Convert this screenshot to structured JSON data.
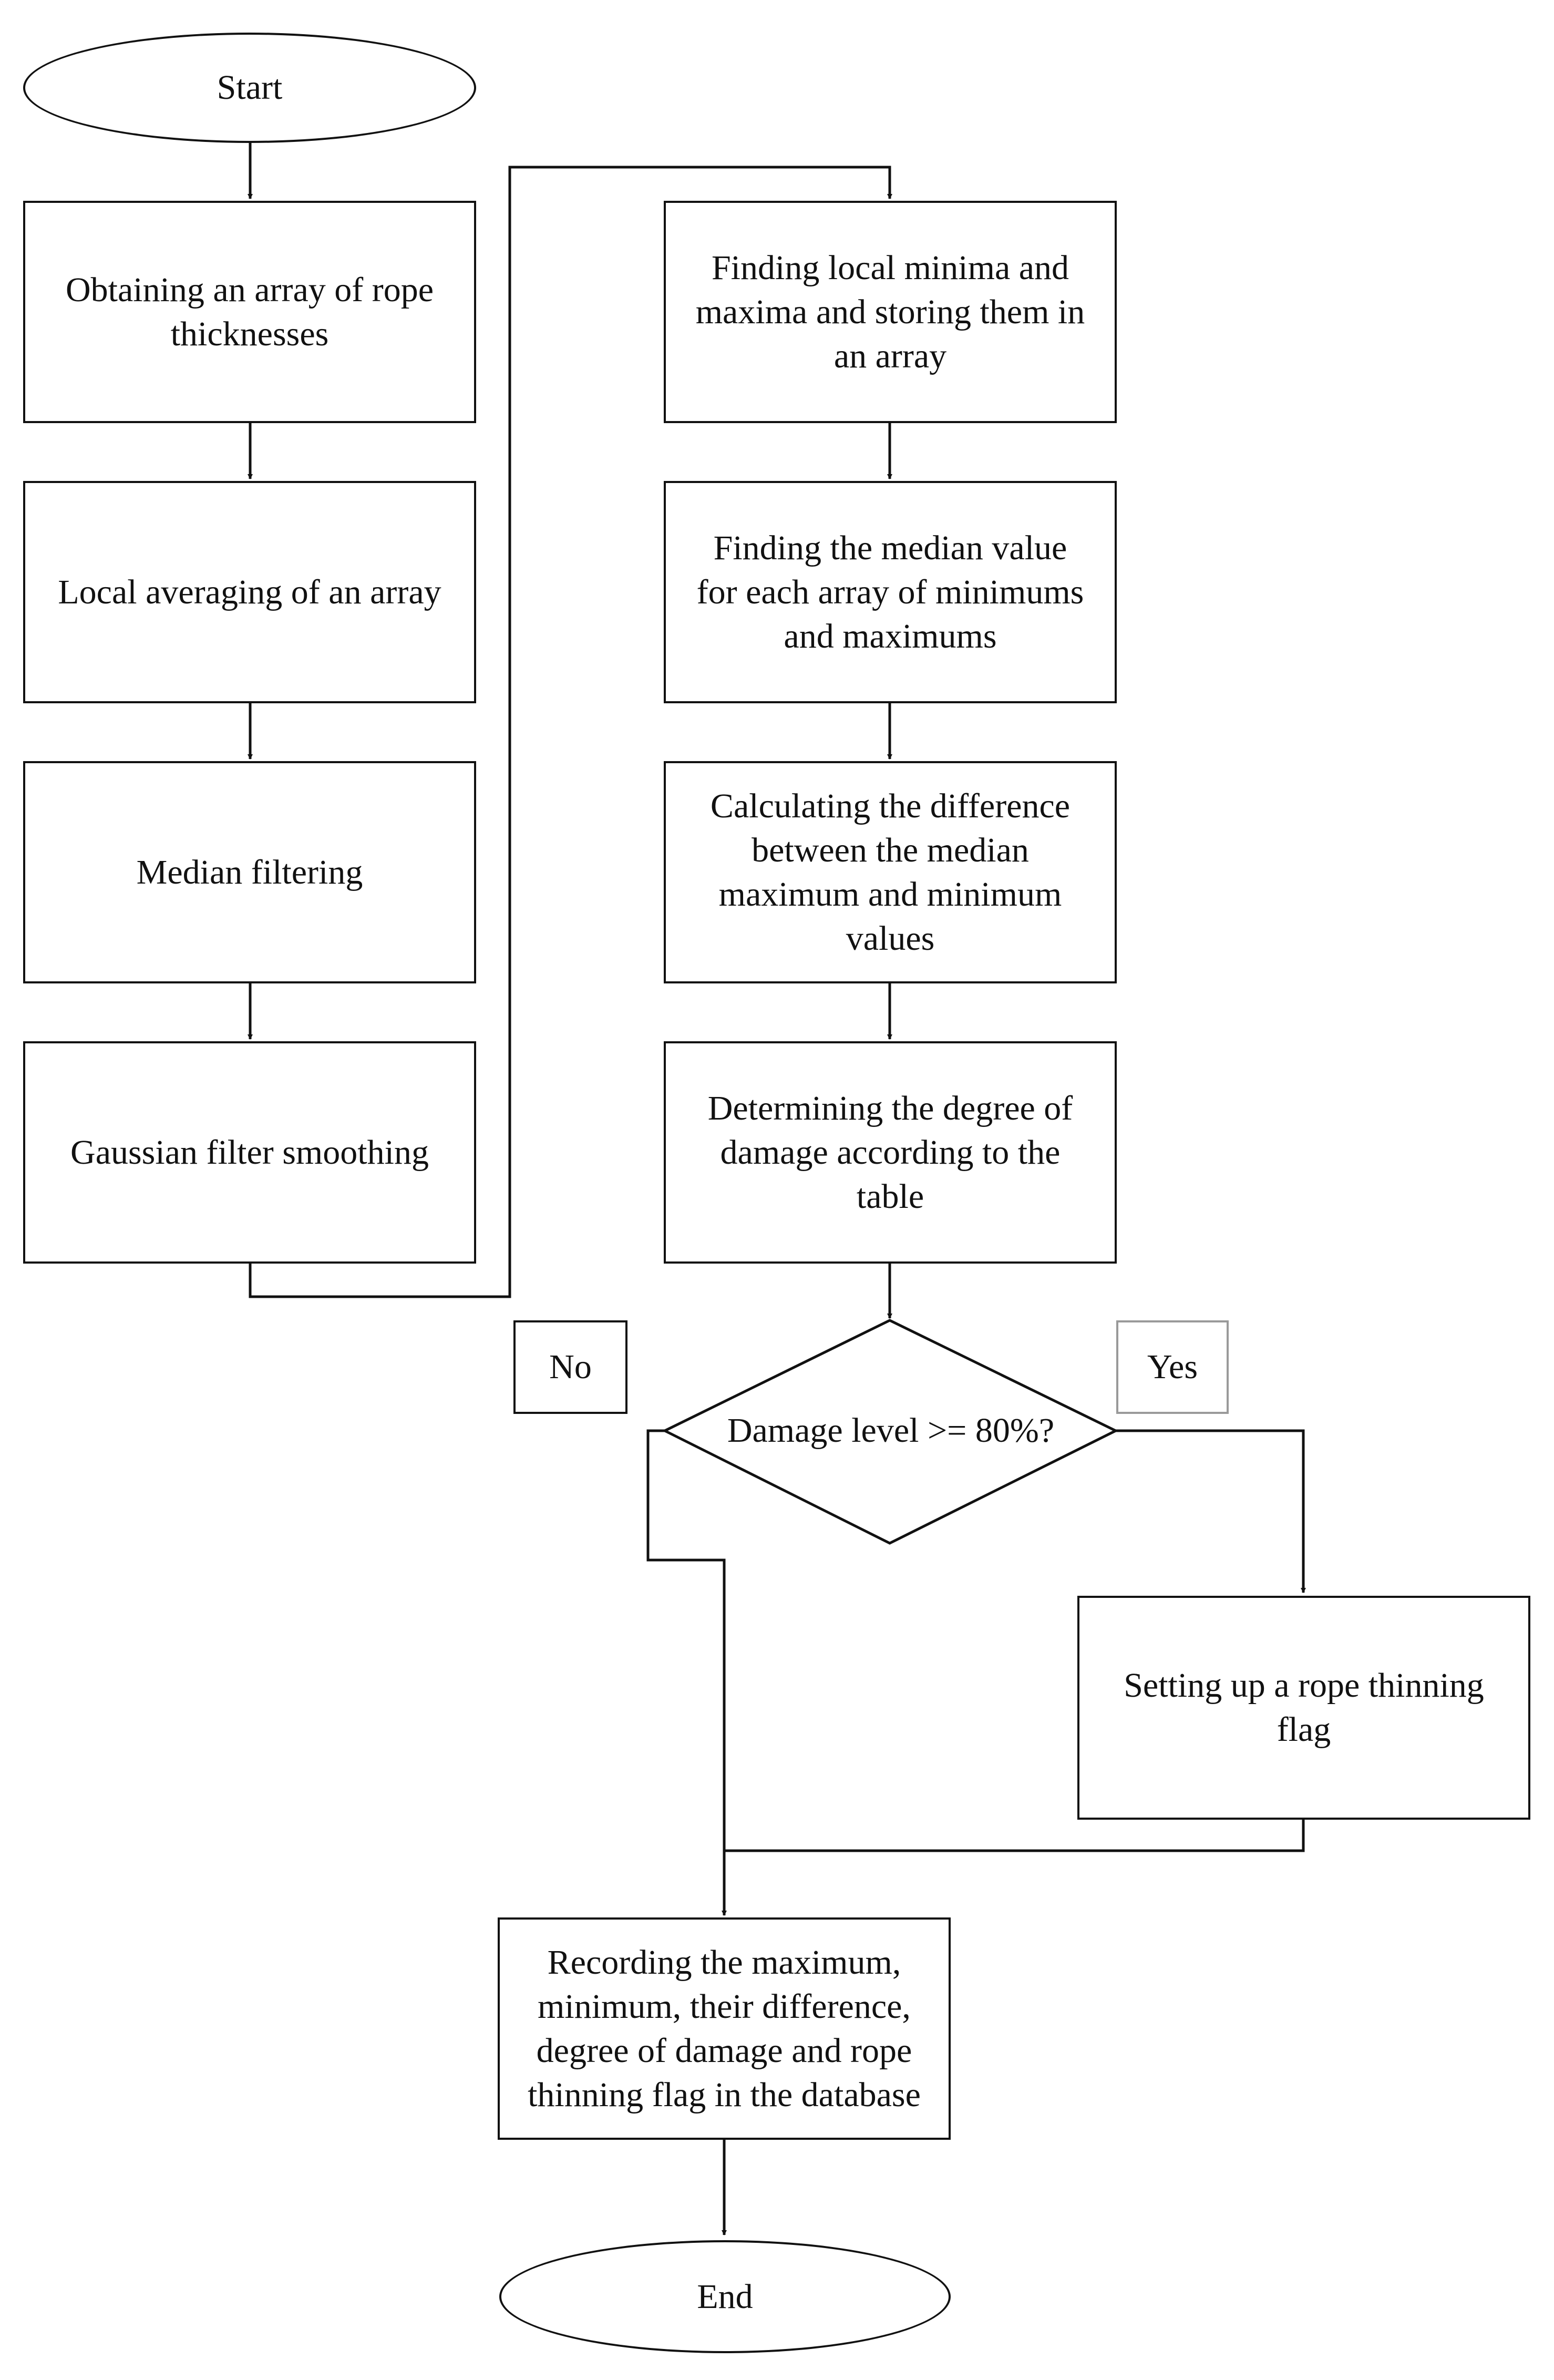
{
  "flowchart": {
    "start": "Start",
    "end": "End",
    "steps": {
      "obtain": "Obtaining an array of rope\nthicknesses",
      "averaging": "Local averaging of an array",
      "median_filter": "Median filtering",
      "gaussian": "Gaussian filter smoothing",
      "find_extrema": "Finding local minima and\nmaxima and storing them in\nan array",
      "median_value": "Finding the median value\nfor each array of minimums\nand maximums",
      "difference": "Calculating the difference\nbetween the median\nmaximum and minimum\nvalues",
      "damage_degree": "Determining the degree of\ndamage according to the\ntable",
      "flag": "Setting up a rope thinning\nflag",
      "record": "Recording the maximum,\nminimum, their difference,\ndegree of damage and rope\nthinning flag in the database"
    },
    "decision": "Damage level >= 80%?",
    "branch_no": "No",
    "branch_yes": "Yes"
  },
  "colors": {
    "stroke": "#111111",
    "background": "#ffffff",
    "yes_label_border": "#9a9a9a"
  }
}
